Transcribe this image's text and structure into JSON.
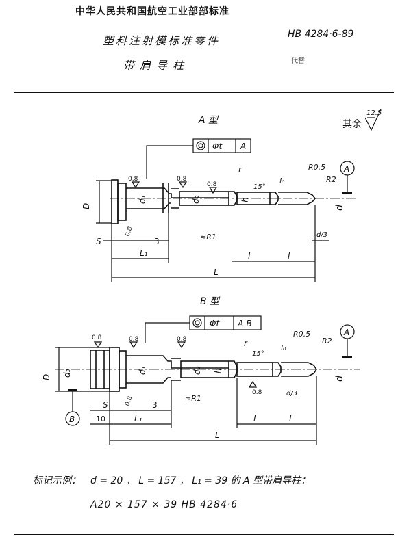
{
  "header": {
    "organization": "中华人民共和国航空工业部部标准",
    "title_line1": "塑料注射模标准零件",
    "title_line2": "带肩导柱",
    "standard_code": "HB 4284·6-89",
    "sub_note": "代替"
  },
  "drawing_a": {
    "type_label": "A 型",
    "roughness_other": "其余",
    "roughness_value": "12.5",
    "tolerance_symbol": "Φt",
    "datum_ref": "A",
    "datum_circle": "A",
    "labels": {
      "D": "D",
      "d1": "d₁",
      "d2": "d₂",
      "d": "d",
      "h": "h",
      "r": "r",
      "r05": "R0.5",
      "r2": "R2",
      "r1": "≈R1",
      "deg15": "15°",
      "l0": "l₀",
      "s": "S",
      "three": "3",
      "L1": "L₁",
      "l_a": "l",
      "l_b": "l",
      "L": "L",
      "r08_1": "0.8",
      "r08_2": "0.8",
      "r08_3": "0.8",
      "r08_hub": "0.8",
      "d_over_3": "d/3"
    }
  },
  "drawing_b": {
    "type_label": "B 型",
    "tolerance_symbol": "Φt",
    "datum_ref": "A-B",
    "datum_circle_a": "A",
    "datum_circle_b": "B",
    "labels": {
      "D": "D",
      "d3": "d₃",
      "d1": "d₁",
      "d2": "d₂",
      "d": "d",
      "h": "h",
      "r": "r",
      "r05": "R0.5",
      "r2": "R2",
      "r1": "≈R1",
      "deg15": "15°",
      "l0": "l₀",
      "s": "S",
      "three": "3",
      "ten": "10",
      "L1": "L₁",
      "l_a": "l",
      "l_b": "l",
      "L": "L",
      "r08_1": "0.8",
      "r08_2": "0.8",
      "r08_3": "0.8",
      "r08_4": "0.8",
      "r08_5": "0.8",
      "d_over_3": "d/3"
    }
  },
  "marking": {
    "label": "标记示例：",
    "example": "d = 20 ， L = 157 ， L₁ = 39  的 A 型带肩导柱：",
    "code": "A20 × 157 × 39   HB 4284·6"
  }
}
